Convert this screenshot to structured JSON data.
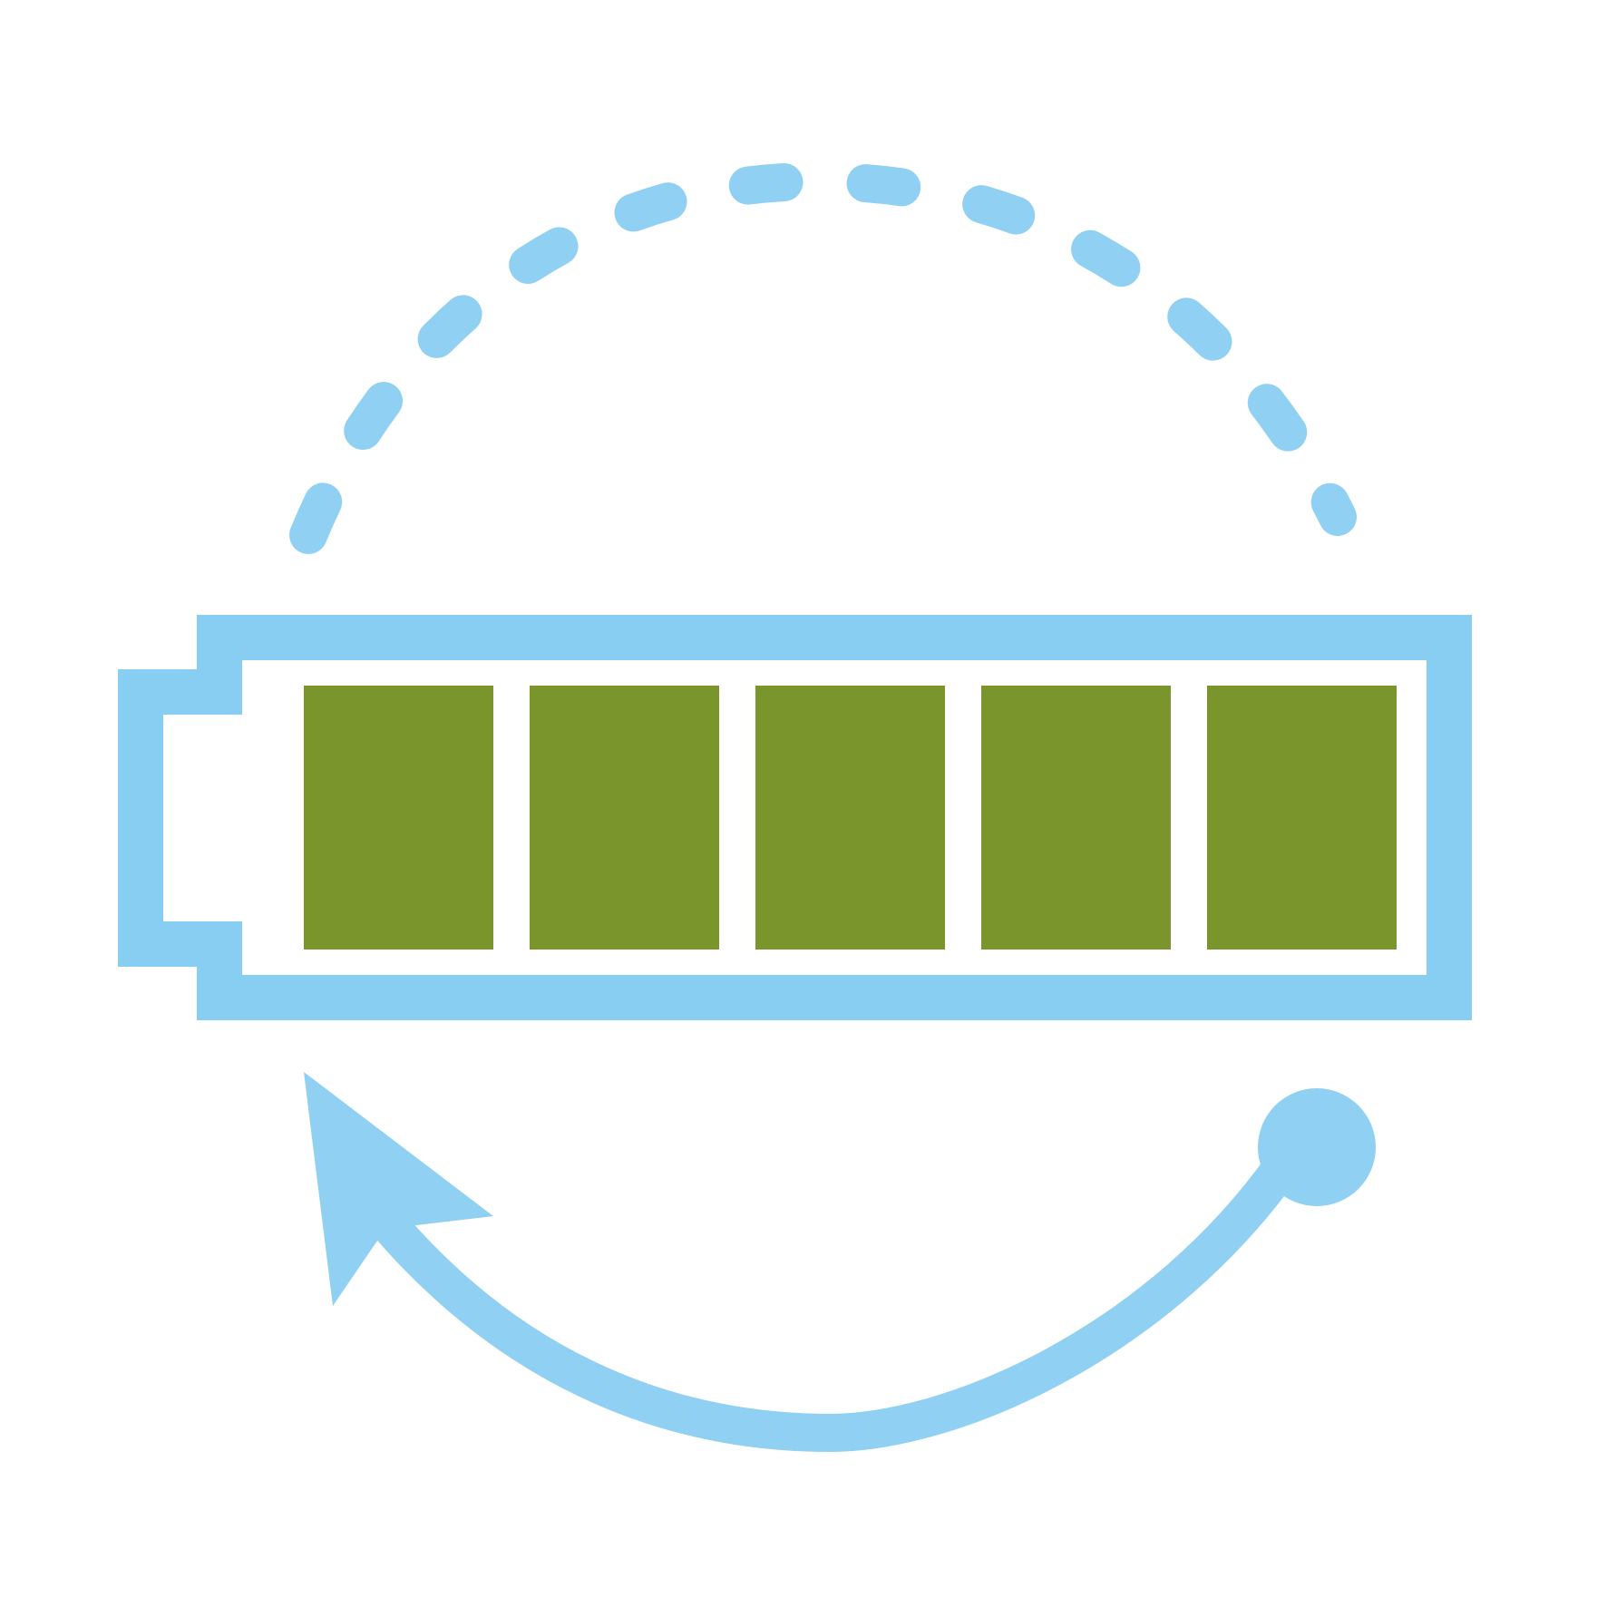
{
  "icon": {
    "name": "battery-recycle-icon",
    "charge_segments_filled": 5,
    "charge_segments_total": 5,
    "charge_level": 1.0
  },
  "colors": {
    "background": "#ffffff",
    "battery_outline": "#87cef2",
    "arrow": "#8fd0f3",
    "dashed_arc": "#8fd0f3",
    "charge_segment": "#7a952b",
    "battery_inner": "#ffffff"
  }
}
